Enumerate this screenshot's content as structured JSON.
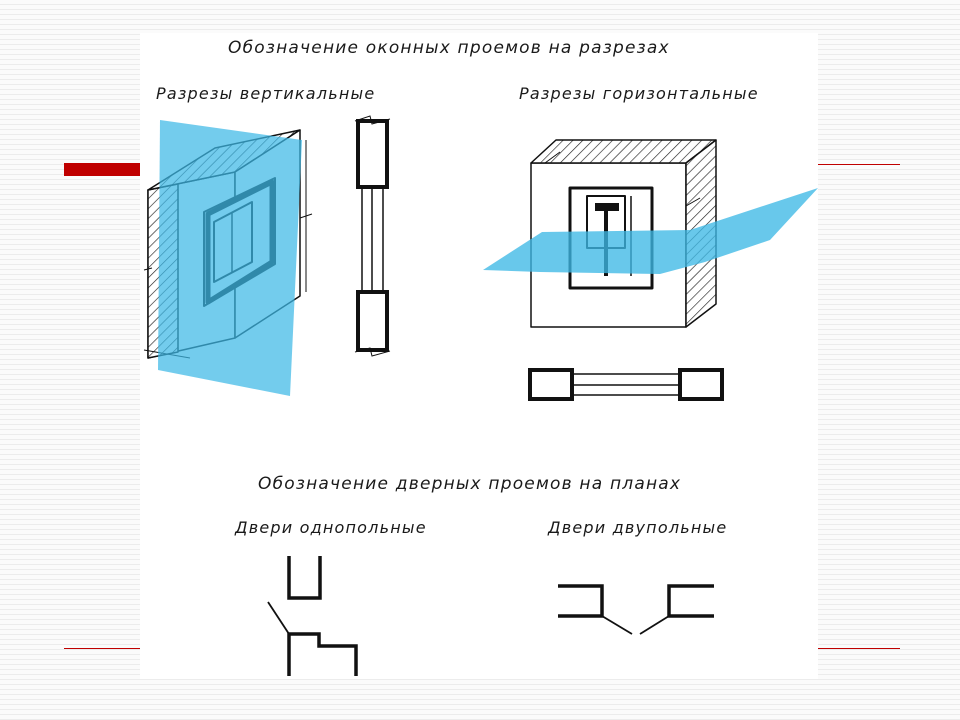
{
  "title_windows": "Обозначение оконных проемов на разрезах",
  "label_vertical": "Разрезы вертикальные",
  "label_horizontal": "Разрезы горизонтальные",
  "title_doors": "Обозначение дверных проемов на планах",
  "label_single_door": "Двери однопольные",
  "label_double_door": "Двери двупольные",
  "colors": {
    "section_plane": "#3db8e6",
    "accent": "#c00000",
    "line": "#111111"
  }
}
